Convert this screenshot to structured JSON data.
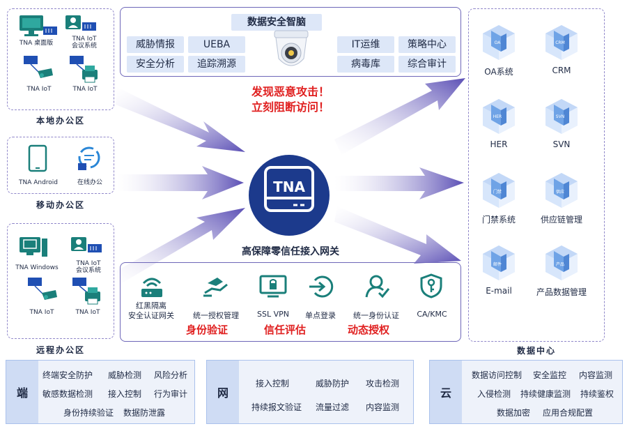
{
  "colors": {
    "accent_navy": "#1c3a8c",
    "accent_purple": "#6d66b8",
    "alert_red": "#e02020",
    "tag_bg": "#dde7f8",
    "teal_icon": "#1a7f7a",
    "blue_device": "#1f4fb3"
  },
  "local_zone": {
    "title": "本地办公区",
    "items": [
      {
        "label": "TNA 桌面版",
        "icon": "desktop-icon"
      },
      {
        "label": "TNA IoT\n会议系统",
        "icon": "video-conference-icon"
      },
      {
        "label": "TNA IoT",
        "icon": "camera-icon"
      },
      {
        "label": "TNA IoT",
        "icon": "printer-icon"
      }
    ]
  },
  "mobile_zone": {
    "title": "移动办公区",
    "items": [
      {
        "label": "TNA Android",
        "icon": "tablet-icon"
      },
      {
        "label": "在线办公",
        "icon": "online-office-icon"
      }
    ]
  },
  "remote_zone": {
    "title": "远程办公区",
    "items": [
      {
        "label": "TNA Windows",
        "icon": "windows-pc-icon"
      },
      {
        "label": "TNA IoT\n会议系统",
        "icon": "video-conference-icon"
      },
      {
        "label": "TNA IoT",
        "icon": "camera-icon"
      },
      {
        "label": "TNA IoT",
        "icon": "printer-icon"
      }
    ]
  },
  "brain": {
    "title": "数据安全智脑",
    "left_tags": [
      "威胁情报",
      "UEBA",
      "安全分析",
      "追踪溯源"
    ],
    "right_tags": [
      "IT运维",
      "策略中心",
      "病毒库",
      "综合审计"
    ],
    "alert_line1": "发现恶意攻击！",
    "alert_line2": "立刻阻断访问！"
  },
  "gateway": {
    "label": "TNA",
    "caption": "高保障零信任接入网关"
  },
  "capabilities": {
    "items": [
      {
        "label": "红黑隔离\n安全认证网关",
        "icon": "router-icon"
      },
      {
        "label": "统一授权管理",
        "icon": "hand-authorize-icon"
      },
      {
        "label": "SSL VPN",
        "icon": "ssl-vpn-icon"
      },
      {
        "label": "单点登录",
        "icon": "sso-login-icon"
      },
      {
        "label": "统一身份认证",
        "icon": "identity-icon"
      },
      {
        "label": "CA/KMC",
        "icon": "key-shield-icon"
      }
    ],
    "red_labels": [
      "身份验证",
      "信任评估",
      "动态授权"
    ]
  },
  "data_center": {
    "title": "数据中心",
    "systems": [
      {
        "label": "OA系统",
        "badge": "OA"
      },
      {
        "label": "CRM",
        "badge": "CRM"
      },
      {
        "label": "HER",
        "badge": "HER"
      },
      {
        "label": "SVN",
        "badge": "SVN"
      },
      {
        "label": "门禁系统",
        "badge": "门禁"
      },
      {
        "label": "供应链管理",
        "badge": "供应"
      },
      {
        "label": "E-mail",
        "badge": "邮件"
      },
      {
        "label": "产品数据管理",
        "badge": "产品"
      }
    ]
  },
  "bottom": {
    "end": {
      "head": "端",
      "items": [
        "终端安全防护",
        "威胁检测",
        "风险分析",
        "敏感数据检测",
        "接入控制",
        "行为审计",
        "身份持续验证",
        "数据防泄露"
      ]
    },
    "net": {
      "head": "网",
      "items": [
        "接入控制",
        "威胁防护",
        "攻击检测",
        "持续报文验证",
        "流量过滤",
        "内容监测"
      ]
    },
    "cloud": {
      "head": "云",
      "items": [
        "数据访问控制",
        "安全监控",
        "内容监测",
        "入侵检测",
        "持续健康监测",
        "持续鉴权",
        "数据加密",
        "应用合规配置"
      ]
    }
  }
}
